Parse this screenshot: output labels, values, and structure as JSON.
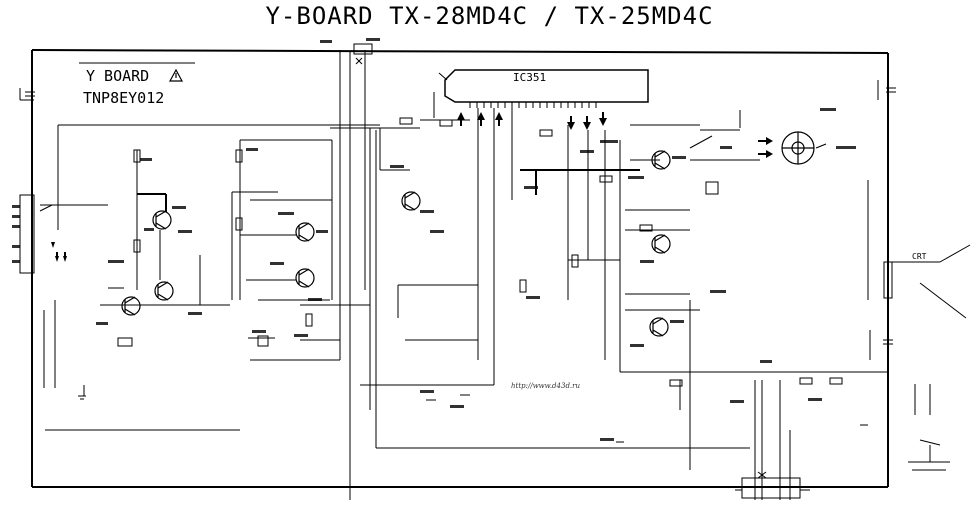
{
  "page": {
    "title": "Y-BOARD TX-28MD4C / TX-25MD4C"
  },
  "board": {
    "name": "Y BOARD",
    "code": "TNP8EY012",
    "warning_icon": "warning-triangle-icon"
  },
  "ic": {
    "label": "IC351"
  },
  "connector": {
    "crt_label": "CRT"
  },
  "watermark": "http://www.d43d.ru",
  "colors": {
    "ink": "#000000",
    "paper": "#ffffff"
  }
}
